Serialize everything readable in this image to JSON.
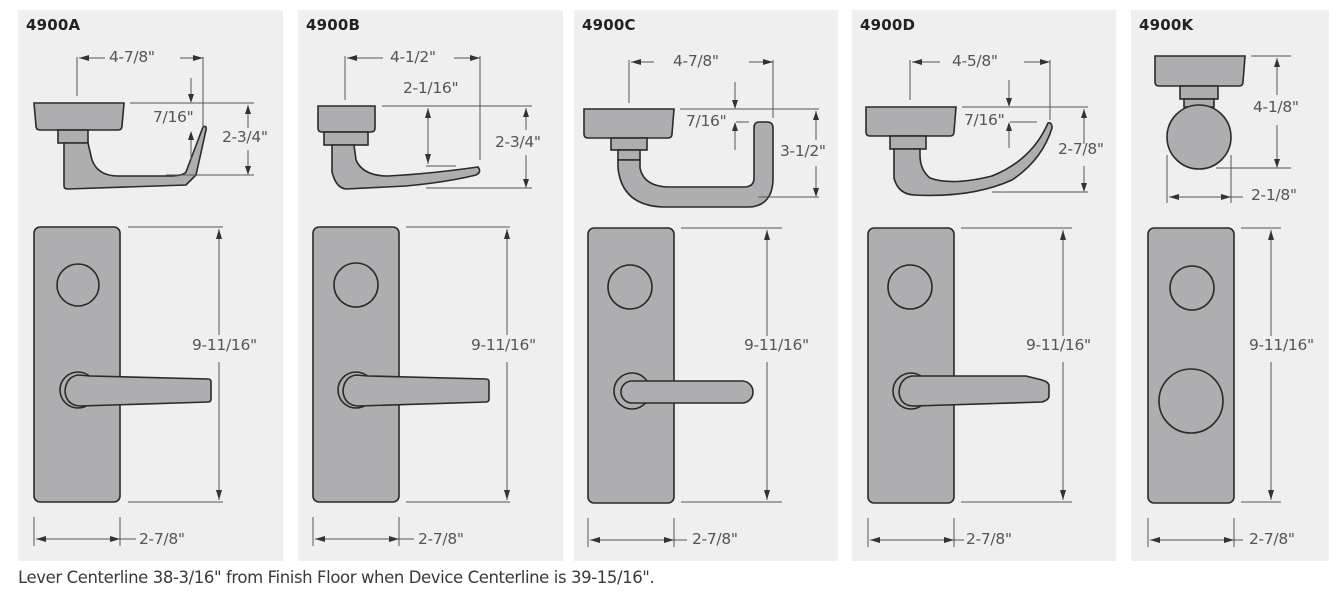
{
  "panels": [
    {
      "id": "4900A",
      "title": "4900A",
      "trim_type": "lever",
      "lever_style": "A",
      "dimensions": {
        "projection_width": "4-7/8\"",
        "lever_offset": "7/16\"",
        "projection_height": "2-3/4\"",
        "plate_height": "9-11/16\"",
        "plate_width": "2-7/8\""
      }
    },
    {
      "id": "4900B",
      "title": "4900B",
      "trim_type": "lever",
      "lever_style": "B",
      "dimensions": {
        "projection_width": "4-1/2\"",
        "lever_offset": "2-1/16\"",
        "projection_height": "2-3/4\"",
        "plate_height": "9-11/16\"",
        "plate_width": "2-7/8\""
      }
    },
    {
      "id": "4900C",
      "title": "4900C",
      "trim_type": "lever",
      "lever_style": "C",
      "dimensions": {
        "projection_width": "4-7/8\"",
        "lever_offset": "7/16\"",
        "projection_height": "3-1/2\"",
        "plate_height": "9-11/16\"",
        "plate_width": "2-7/8\""
      }
    },
    {
      "id": "4900D",
      "title": "4900D",
      "trim_type": "lever",
      "lever_style": "D",
      "dimensions": {
        "projection_width": "4-5/8\"",
        "lever_offset": "7/16\"",
        "projection_height": "2-7/8\"",
        "plate_height": "9-11/16\"",
        "plate_width": "2-7/8\""
      }
    },
    {
      "id": "4900K",
      "title": "4900K",
      "trim_type": "knob",
      "dimensions": {
        "projection_height": "4-1/8\"",
        "knob_diameter": "2-1/8\"",
        "plate_height": "9-11/16\"",
        "plate_width": "2-7/8\""
      }
    }
  ],
  "caption": "Lever Centerline 38-3/16\" from Finish Floor when Device Centerline is 39-15/16\".",
  "colors": {
    "panel_bg": "#efefef",
    "part_fill": "#aeaeb0",
    "outline": "#2a2a2a",
    "dimension_text": "#555555",
    "title_text": "#222222"
  }
}
